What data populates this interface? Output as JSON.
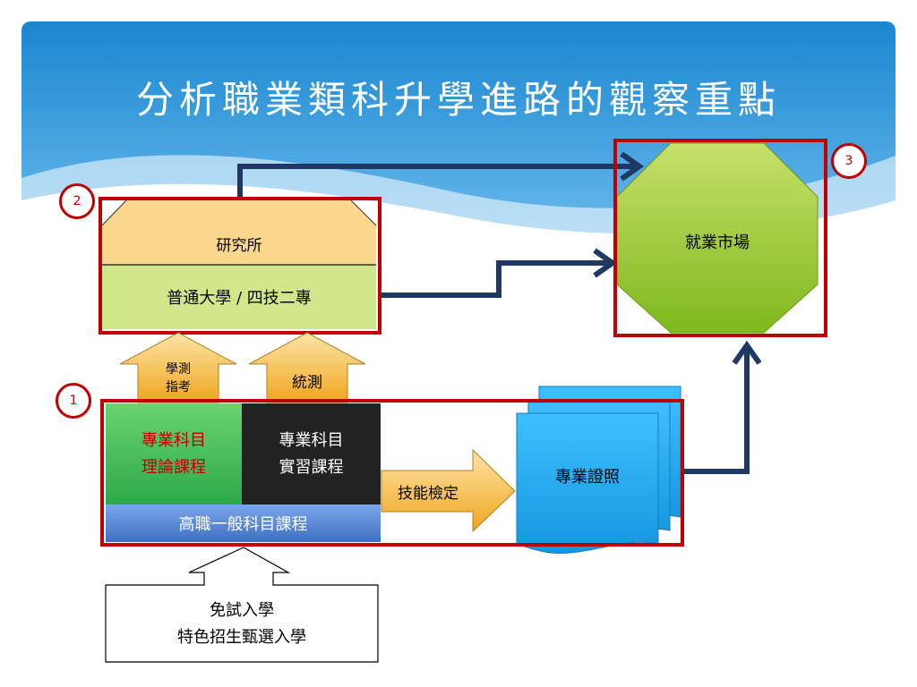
{
  "slide": {
    "title": "分析職業類科升學進路的觀察重點"
  },
  "markers": [
    "1",
    "2",
    "3"
  ],
  "higher_ed": {
    "graduate": "研究所",
    "university": "普通大學 / 四技二專"
  },
  "exams": {
    "academic": "學測\n指考",
    "unified": "統測"
  },
  "vocational": {
    "theory": "專業科目\n理論課程",
    "practice": "專業科目\n實習課程",
    "general": "高職一般科目課程",
    "skill_test": "技能檢定",
    "certificate": "專業證照"
  },
  "employment": "就業市場",
  "entry": "免試入學\n特色招生甄選入學",
  "colors": {
    "red_frame": "#c00000",
    "navy_arrow": "#1f3864",
    "graduate_fill": "#fad78c",
    "university_fill": "#d1e88a",
    "theory_fill": "#4cbf5a",
    "practice_fill": "#222222",
    "general_fill": "#5b8ad6",
    "arrow_orange": "#f2b13f",
    "certificate_fill": "#29aaf4",
    "market_fill": "#9acb2e"
  }
}
